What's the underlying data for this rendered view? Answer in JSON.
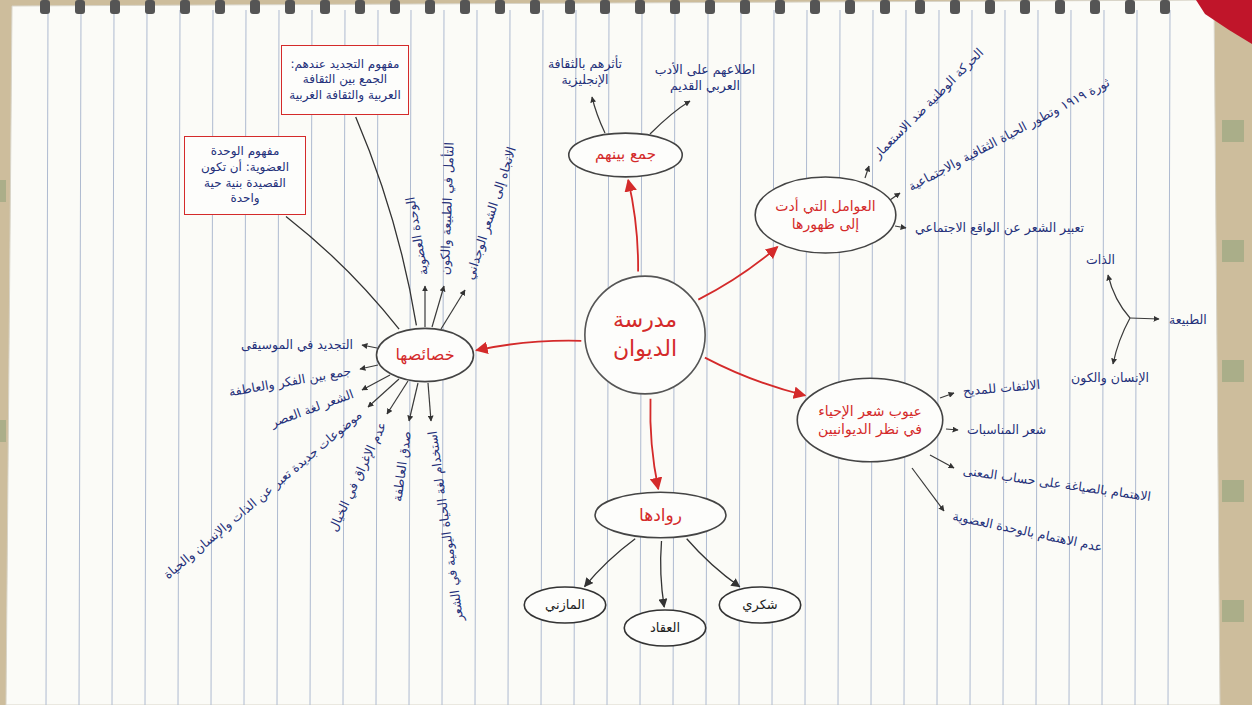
{
  "diagram": {
    "nodes": [
      {
        "text": [
          "مدرسة الديوان"
        ]
      },
      {
        "text": [
          "جمع بينهم"
        ]
      },
      {
        "text": [
          "العوامل التي أدت إلى ظهورها"
        ]
      },
      {
        "text": [
          "عيوب شعر الإحياء في نظر الديوانيين"
        ]
      },
      {
        "text": [
          "روادها"
        ]
      },
      {
        "text": [
          "المازني"
        ]
      },
      {
        "text": [
          "العقاد"
        ]
      },
      {
        "text": [
          "شكري"
        ]
      },
      {
        "text": [
          "خصائصها"
        ]
      },
      {
        "text": [
          "مفهوم الوحدة العضوية: أن تكون القصيدة بنية حية واحدة"
        ]
      },
      {
        "text": [
          "مفهوم التجديد عندهم: الجمع بين الثقافة العربية والثقافة الغربية"
        ]
      }
    ],
    "edges": [
      {
        "from": 0,
        "to": 1,
        "arrow": "to"
      },
      {
        "from": 0,
        "to": 2,
        "arrow": "to"
      },
      {
        "from": 0,
        "to": 3,
        "arrow": "to"
      },
      {
        "from": 0,
        "to": 4,
        "arrow": "to"
      },
      {
        "from": 0,
        "to": 8,
        "arrow": "to"
      },
      {
        "from": 4,
        "to": 5,
        "arrow": "to"
      },
      {
        "from": 4,
        "to": 6,
        "arrow": "to"
      },
      {
        "from": 4,
        "to": 7,
        "arrow": "to"
      },
      {
        "from": 8,
        "to": 9,
        "arrow": "none"
      },
      {
        "from": 8,
        "to": 10,
        "arrow": "none"
      }
    ],
    "labels": [
      "تأثرهم بالثقافة الإنجليزية",
      "اطلاعهم على الأدب العربي القديم",
      "الحركة الوطنية ضد الاستعمار",
      "ثورة ١٩١٩ وتطور الحياة الثقافية والاجتماعية",
      "تعبير الشعر عن الواقع الاجتماعي",
      "الذات",
      "الطبيعة",
      "الإنسان والكون",
      "الالتفات للمديح",
      "شعر المناسبات",
      "الاهتمام بالصياغة على حساب المعنى",
      "عدم الاهتمام بالوحدة العضوية",
      "الاتجاه إلى الشعر الوجداني",
      "التأمل في الطبيعة والكون",
      "الوحدة العضوية",
      "التجديد في الموسيقى",
      "جمع بين الفكر والعاطفة",
      "الشعر لغة العصر",
      "موضوعات جديدة تعبر عن الذات والإنسان والحياة",
      "عدم الإغراق في الخيال",
      "صدق العاطفة",
      "استخدام لغة الحياة اليومية في الشعر"
    ]
  }
}
